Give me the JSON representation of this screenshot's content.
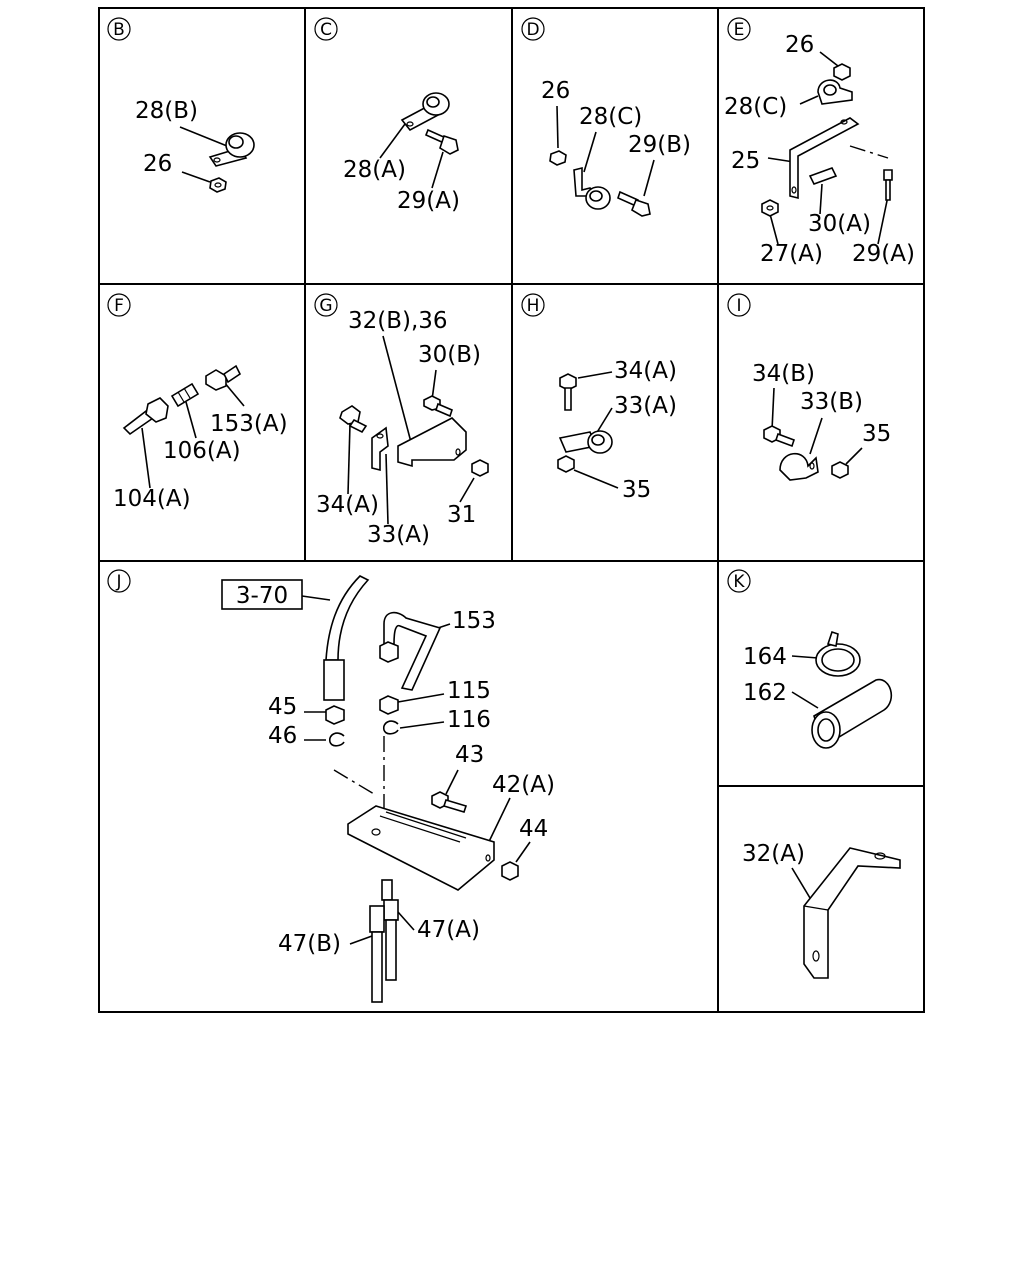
{
  "panels": {
    "B": {
      "letter": "B",
      "labels": {
        "p28b": "28(B)",
        "p26": "26"
      }
    },
    "C": {
      "letter": "C",
      "labels": {
        "p28a": "28(A)",
        "p29a": "29(A)"
      }
    },
    "D": {
      "letter": "D",
      "labels": {
        "p26": "26",
        "p28c": "28(C)",
        "p29b": "29(B)"
      }
    },
    "E": {
      "letter": "E",
      "labels": {
        "p26": "26",
        "p28c": "28(C)",
        "p25": "25",
        "p30a": "30(A)",
        "p27a": "27(A)",
        "p29a": "29(A)"
      }
    },
    "F": {
      "letter": "F",
      "labels": {
        "p153a": "153(A)",
        "p106a": "106(A)",
        "p104a": "104(A)"
      }
    },
    "G": {
      "letter": "G",
      "labels": {
        "p32b36": "32(B),36",
        "p30b": "30(B)",
        "p34a": "34(A)",
        "p33a": "33(A)",
        "p31": "31"
      }
    },
    "H": {
      "letter": "H",
      "labels": {
        "p34a": "34(A)",
        "p33a": "33(A)",
        "p35": "35"
      }
    },
    "I": {
      "letter": "I",
      "labels": {
        "p34b": "34(B)",
        "p33b": "33(B)",
        "p35": "35"
      }
    },
    "J": {
      "letter": "J",
      "labels": {
        "ref": "3-70",
        "p153": "153",
        "p45": "45",
        "p115": "115",
        "p46": "46",
        "p116": "116",
        "p43": "43",
        "p42a": "42(A)",
        "p44": "44",
        "p47a": "47(A)",
        "p47b": "47(B)"
      }
    },
    "K": {
      "letter": "K",
      "labels": {
        "p164": "164",
        "p162": "162"
      }
    },
    "L": {
      "labels": {
        "p32a": "32(A)"
      }
    }
  }
}
